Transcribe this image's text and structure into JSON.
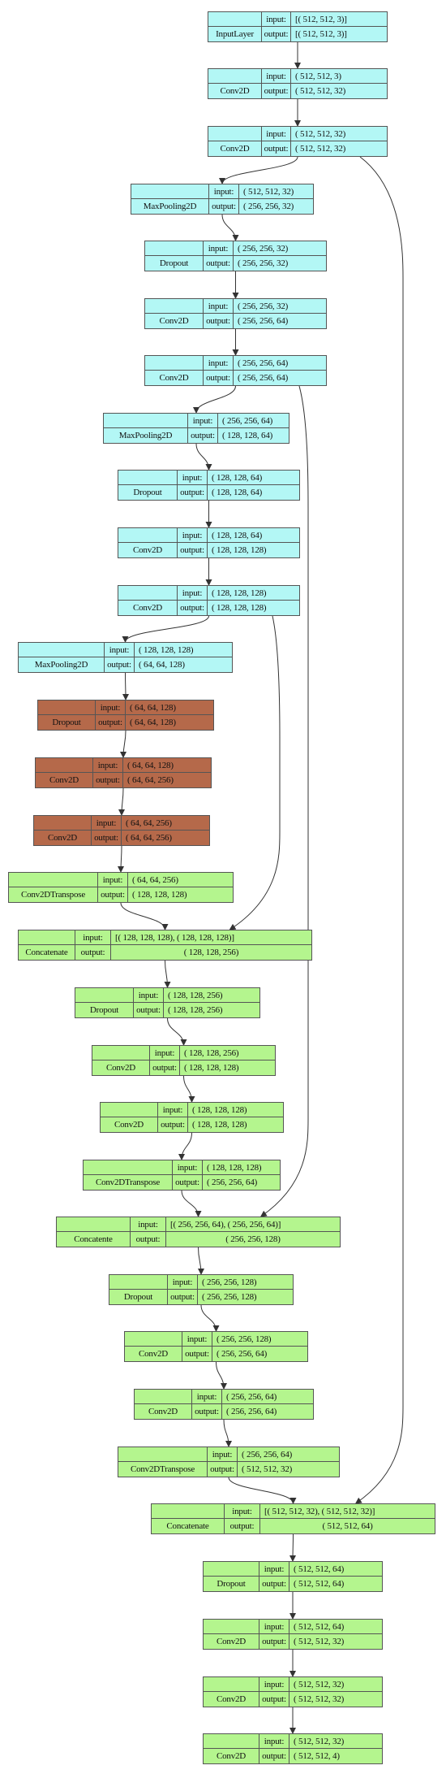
{
  "colors": {
    "encoder": "#b3f7f5",
    "bottleneck": "#b5694a",
    "decoder": "#b4f58e",
    "edge": "#333333"
  },
  "labels": {
    "input": "input:",
    "output": "output:"
  },
  "nodes": [
    {
      "name": "InputLayer",
      "input": "[( 512, 512, 3)]",
      "output": "[( 512, 512, 3)]",
      "style": "cyan"
    },
    {
      "name": "Conv2D",
      "input": "( 512, 512, 3)",
      "output": "( 512, 512, 32)",
      "style": "cyan"
    },
    {
      "name": "Conv2D",
      "input": "( 512, 512, 32)",
      "output": "( 512, 512, 32)",
      "style": "cyan"
    },
    {
      "name": "MaxPooling2D",
      "input": "( 512, 512, 32)",
      "output": "( 256, 256, 32)",
      "style": "cyan"
    },
    {
      "name": "Dropout",
      "input": "( 256, 256, 32)",
      "output": "( 256, 256, 32)",
      "style": "cyan"
    },
    {
      "name": "Conv2D",
      "input": "( 256, 256, 32)",
      "output": "( 256, 256, 64)",
      "style": "cyan"
    },
    {
      "name": "Conv2D",
      "input": "( 256, 256, 64)",
      "output": "( 256, 256, 64)",
      "style": "cyan"
    },
    {
      "name": "MaxPooling2D",
      "input": "( 256, 256, 64)",
      "output": "( 128, 128, 64)",
      "style": "cyan"
    },
    {
      "name": "Dropout",
      "input": "( 128, 128, 64)",
      "output": "( 128, 128, 64)",
      "style": "cyan"
    },
    {
      "name": "Conv2D",
      "input": "( 128, 128, 64)",
      "output": "( 128, 128, 128)",
      "style": "cyan"
    },
    {
      "name": "Conv2D",
      "input": "( 128, 128, 128)",
      "output": "( 128, 128, 128)",
      "style": "cyan"
    },
    {
      "name": "MaxPooling2D",
      "input": "( 128, 128, 128)",
      "output": "( 64, 64, 128)",
      "style": "cyan"
    },
    {
      "name": "Dropout",
      "input": "( 64, 64, 128)",
      "output": "( 64, 64, 128)",
      "style": "brown"
    },
    {
      "name": "Conv2D",
      "input": "( 64, 64, 128)",
      "output": "( 64, 64, 256)",
      "style": "brown"
    },
    {
      "name": "Conv2D",
      "input": "( 64, 64, 256)",
      "output": "( 64, 64, 256)",
      "style": "brown"
    },
    {
      "name": "Conv2DTranspose",
      "input": "( 64, 64, 256)",
      "output": "( 128, 128, 128)",
      "style": "green"
    },
    {
      "name": "Concatenate",
      "input": "[( 128, 128, 128), ( 128, 128, 128)]",
      "output": "( 128, 128, 256)",
      "style": "green"
    },
    {
      "name": "Dropout",
      "input": "( 128, 128, 256)",
      "output": "( 128, 128, 256)",
      "style": "green"
    },
    {
      "name": "Conv2D",
      "input": "( 128, 128, 256)",
      "output": "( 128, 128, 128)",
      "style": "green"
    },
    {
      "name": "Conv2D",
      "input": "( 128, 128, 128)",
      "output": "( 128, 128, 128)",
      "style": "green"
    },
    {
      "name": "Conv2DTranspose",
      "input": "( 128, 128, 128)",
      "output": "( 256, 256, 64)",
      "style": "green"
    },
    {
      "name": "Concatente",
      "input": "[( 256, 256, 64), ( 256, 256, 64)]",
      "output": "( 256, 256, 128)",
      "style": "green"
    },
    {
      "name": "Dropout",
      "input": "( 256, 256, 128)",
      "output": "( 256, 256, 128)",
      "style": "green"
    },
    {
      "name": "Conv2D",
      "input": "( 256, 256, 128)",
      "output": "( 256, 256, 64)",
      "style": "green"
    },
    {
      "name": "Conv2D",
      "input": "( 256, 256, 64)",
      "output": "( 256, 256, 64)",
      "style": "green"
    },
    {
      "name": "Conv2DTranspose",
      "input": "( 256, 256, 64)",
      "output": "( 512, 512, 32)",
      "style": "green"
    },
    {
      "name": "Concatenate",
      "input": "[( 512, 512, 32), ( 512, 512, 32)]",
      "output": "( 512, 512, 64)",
      "style": "green"
    },
    {
      "name": "Dropout",
      "input": "( 512, 512, 64)",
      "output": "( 512, 512, 64)",
      "style": "green"
    },
    {
      "name": "Conv2D",
      "input": "( 512, 512, 64)",
      "output": "( 512, 512, 32)",
      "style": "green"
    },
    {
      "name": "Conv2D",
      "input": "( 512, 512, 32)",
      "output": "( 512, 512, 32)",
      "style": "green"
    },
    {
      "name": "Conv2D",
      "input": "( 512, 512, 32)",
      "output": "( 512, 512, 4)",
      "style": "green"
    }
  ],
  "edges": [
    [
      0,
      1
    ],
    [
      1,
      2
    ],
    [
      2,
      3
    ],
    [
      3,
      4
    ],
    [
      4,
      5
    ],
    [
      5,
      6
    ],
    [
      6,
      7
    ],
    [
      7,
      8
    ],
    [
      8,
      9
    ],
    [
      9,
      10
    ],
    [
      10,
      11
    ],
    [
      11,
      12
    ],
    [
      12,
      13
    ],
    [
      13,
      14
    ],
    [
      14,
      15
    ],
    [
      15,
      16
    ],
    [
      10,
      16
    ],
    [
      16,
      17
    ],
    [
      17,
      18
    ],
    [
      18,
      19
    ],
    [
      19,
      20
    ],
    [
      20,
      21
    ],
    [
      6,
      21
    ],
    [
      21,
      22
    ],
    [
      22,
      23
    ],
    [
      23,
      24
    ],
    [
      24,
      25
    ],
    [
      25,
      26
    ],
    [
      2,
      26
    ],
    [
      26,
      27
    ],
    [
      27,
      28
    ],
    [
      28,
      29
    ],
    [
      29,
      30
    ]
  ]
}
